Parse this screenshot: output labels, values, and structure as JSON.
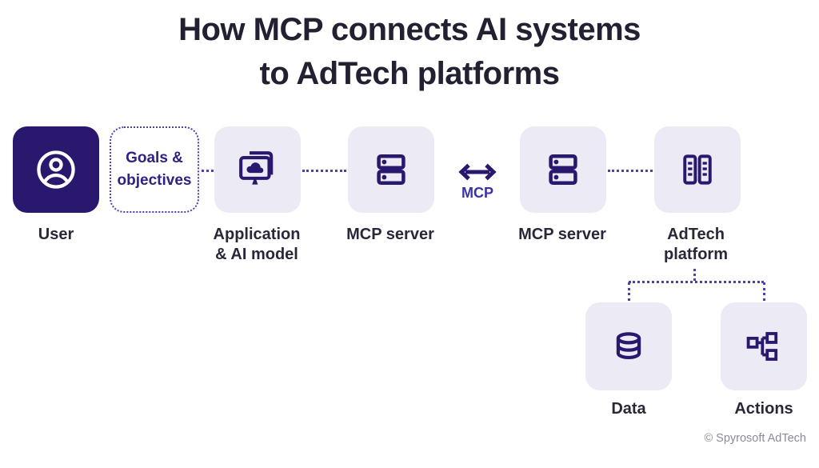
{
  "title": {
    "line1": "How MCP connects AI systems",
    "line2": "to AdTech platforms"
  },
  "nodes": {
    "user": {
      "label": "User",
      "icon": "user-icon"
    },
    "goals": {
      "label_line1": "Goals &",
      "label_line2": "objectives"
    },
    "application": {
      "label_line1": "Application",
      "label_line2": "& AI model",
      "icon": "monitor-cloud-icon"
    },
    "mcp_server_left": {
      "label": "MCP server",
      "icon": "server-stack-icon"
    },
    "mcp_server_right": {
      "label": "MCP server",
      "icon": "server-stack-icon"
    },
    "adtech": {
      "label_line1": "AdTech",
      "label_line2": "platform",
      "icon": "server-towers-icon"
    },
    "data": {
      "label": "Data",
      "icon": "database-icon"
    },
    "actions": {
      "label": "Actions",
      "icon": "flowchart-icon"
    }
  },
  "mcp_link": {
    "label": "MCP",
    "icon": "double-headed-arrow-icon"
  },
  "footer": {
    "copyright": "© Spyrosoft AdTech"
  },
  "colors": {
    "background": "#FFFFFF",
    "title_text": "#232032",
    "label_text": "#2A2838",
    "primary_dark": "#2A176E",
    "node_fill_light": "#ECEAF4",
    "accent_purple": "#4B3FB3",
    "goals_text": "#2E2382",
    "mcp_text": "#3B32A5",
    "copyright_text": "#8B8B97",
    "icon_on_dark": "#FFFFFF"
  }
}
